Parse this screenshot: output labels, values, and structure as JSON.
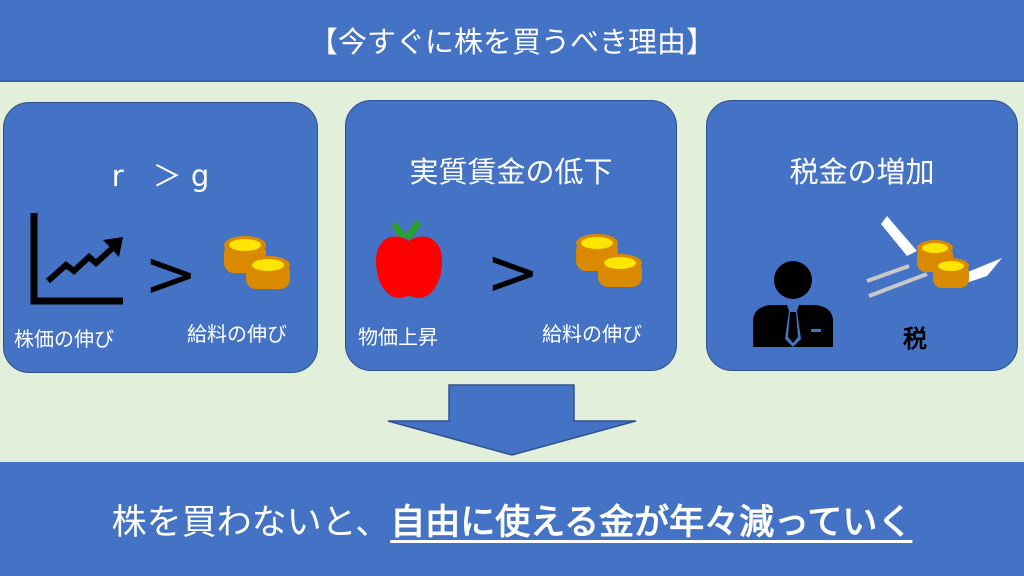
{
  "title": "【今すぐに株を買うべき理由】",
  "boxes": [
    {
      "title": "r　＞ g",
      "left_label": "株価の伸び",
      "right_label": "給料の伸び",
      "compare": ">"
    },
    {
      "title": "実質賃金の低下",
      "left_label": "物価上昇",
      "right_label": "給料の伸び",
      "compare": ">"
    },
    {
      "title": "税金の増加",
      "tax_label": "税"
    }
  ],
  "conclusion": {
    "prefix": "株を買わないと、",
    "emphasis": "自由に使える金が年々減っていく"
  },
  "colors": {
    "blue": "#4472C4",
    "background": "#E2EFDA",
    "coin": "#FFD700",
    "apple": "#FF0000"
  }
}
